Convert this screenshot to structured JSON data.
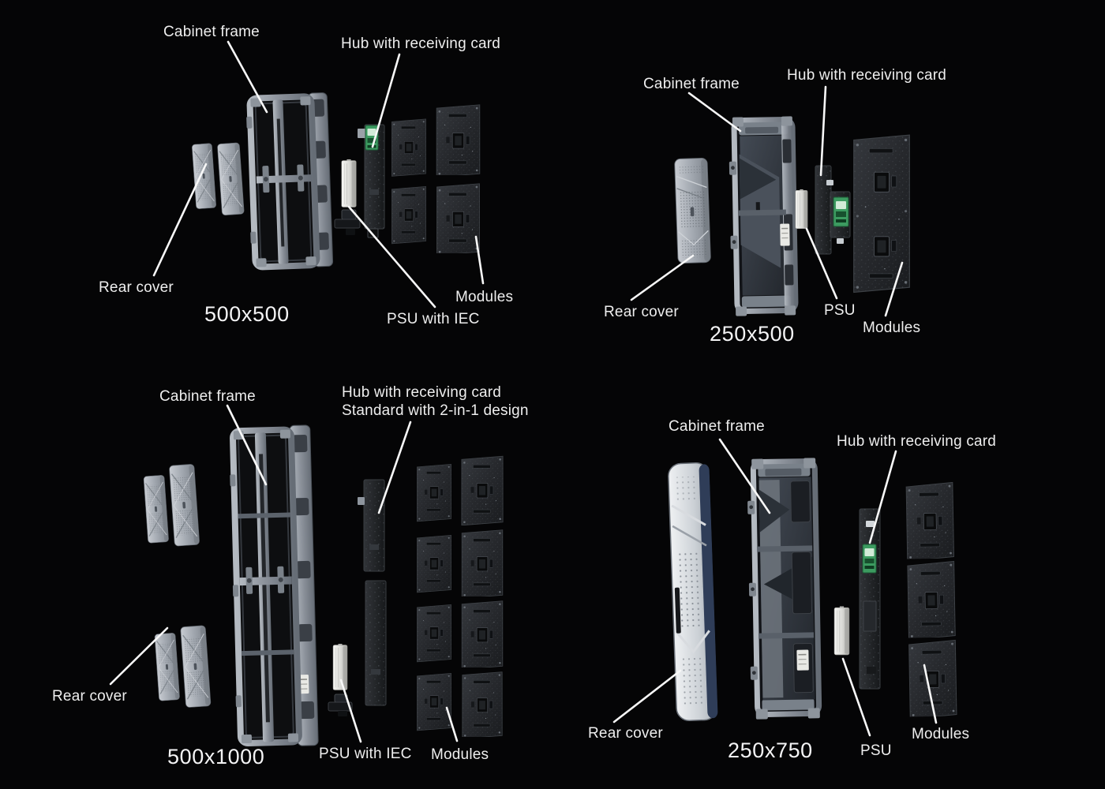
{
  "figure": "Exploded view diagrams of four LED display cabinet sizes",
  "colors": {
    "background": "#050506",
    "label_text": "#eeeeee",
    "leader_line": "#f8f8f8",
    "rear_cover_gray": "#a7adb4",
    "rear_cover_white": "#dfe2e6",
    "rear_cover_edge_navy": "#2f3d58",
    "frame_rail_gray": "#8a9099",
    "frame_dark": "#24282e",
    "psu_white": "#e9e9e5",
    "hub_board_dark": "#212428",
    "receiving_card_green": "#3c9b60",
    "module_dark": "#26282c"
  },
  "quadrants": [
    {
      "position": "top-left",
      "size_label": "500x500",
      "labels": {
        "cabinet_frame": "Cabinet frame",
        "hub": "Hub with receiving card",
        "rear_cover": "Rear cover",
        "psu": "PSU with IEC",
        "modules": "Modules"
      },
      "parts_visible": {
        "rear_cover_panels": 2,
        "modules": 4,
        "psu": 1,
        "hub_boards": 1
      }
    },
    {
      "position": "top-right",
      "size_label": "250x500",
      "labels": {
        "cabinet_frame": "Cabinet frame",
        "hub": "Hub with receiving card",
        "rear_cover": "Rear cover",
        "psu": "PSU",
        "modules": "Modules"
      },
      "parts_visible": {
        "rear_cover_panels": 1,
        "modules": 1,
        "psu": 1,
        "hub_boards": 1
      }
    },
    {
      "position": "bottom-left",
      "size_label": "500x1000",
      "labels": {
        "cabinet_frame": "Cabinet frame",
        "hub": "Hub with receiving card",
        "hub_sub": "Standard with 2-in-1 design",
        "rear_cover": "Rear cover",
        "psu": "PSU with IEC",
        "modules": "Modules"
      },
      "parts_visible": {
        "rear_cover_panels": 4,
        "modules": 8,
        "psu": 1,
        "hub_boards": 1
      }
    },
    {
      "position": "bottom-right",
      "size_label": "250x750",
      "labels": {
        "cabinet_frame": "Cabinet frame",
        "hub": "Hub with receiving card",
        "rear_cover": "Rear cover",
        "psu": "PSU",
        "modules": "Modules"
      },
      "parts_visible": {
        "rear_cover_panels": 1,
        "modules": 3,
        "psu": 1,
        "hub_boards": 1
      }
    }
  ]
}
